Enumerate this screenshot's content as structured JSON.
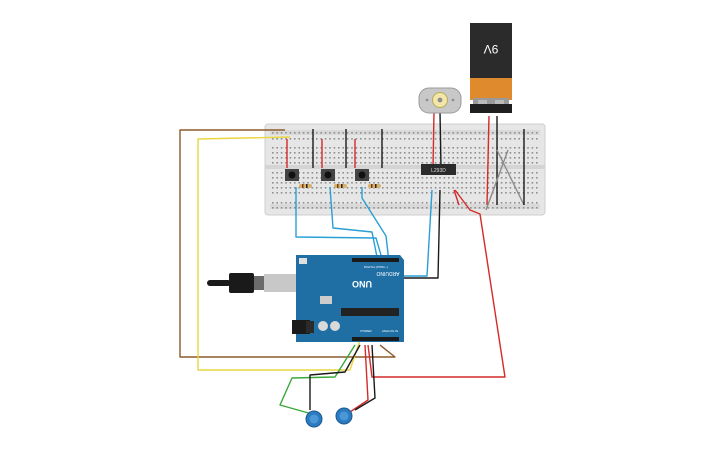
{
  "battery": {
    "label": "9V"
  },
  "driver_chip": {
    "label": "L293D"
  },
  "arduino": {
    "brand": "ARDUINO",
    "model": "UNO",
    "power_header_label": "POWER",
    "analog_header_label": "ANALOG IN",
    "digital_header_label": "DIGITAL (PWM ~)"
  },
  "colors": {
    "breadboard": "#e6e6e6",
    "arduino_board": "#1f6fa5",
    "battery_body": "#2b2b2b",
    "battery_band": "#e08a2e",
    "wire_red": "#d42a2a",
    "wire_black": "#1a1a1a",
    "wire_blue": "#2a9fd6",
    "wire_yellow": "#e9d640",
    "wire_brown": "#8a5a2b",
    "wire_green": "#3aa83a",
    "wire_gray": "#8c8c8c",
    "potentiometer": "#2b7bc0"
  },
  "icons": [
    "usb-cable-icon",
    "motor-icon",
    "battery-icon",
    "potentiometer-icon",
    "pushbutton-icon",
    "resistor-icon",
    "ic-chip-icon"
  ]
}
